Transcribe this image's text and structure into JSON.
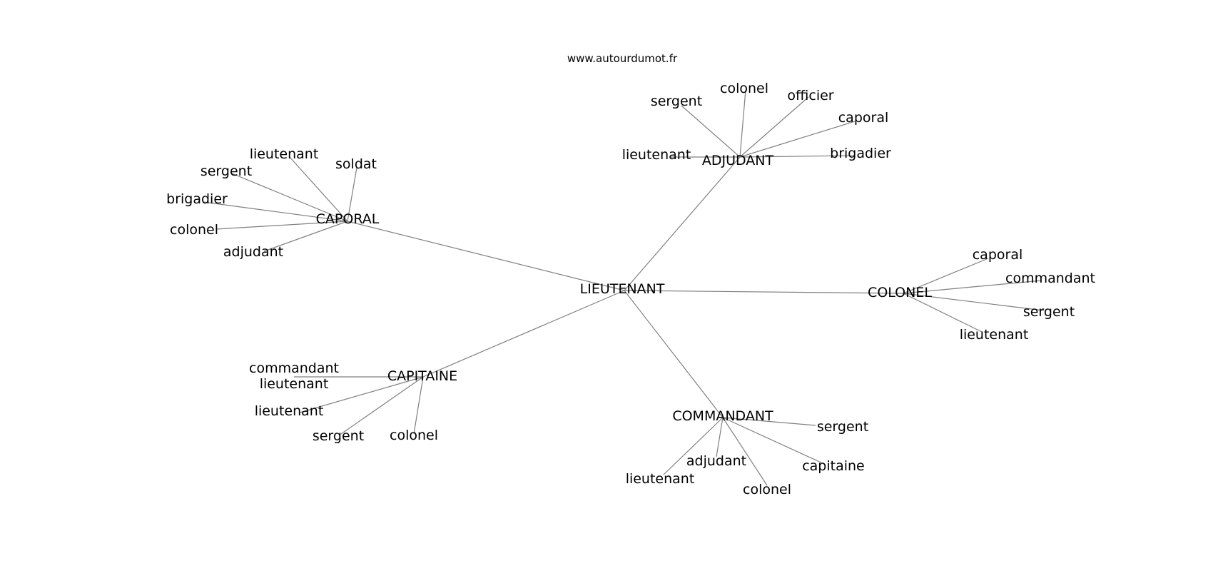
{
  "site": "www.autourdumot.fr",
  "center": "LIEUTENANT",
  "hubs": [
    {
      "label": "CAPORAL",
      "leaves": [
        "lieutenant",
        "soldat",
        "sergent",
        "brigadier",
        "colonel",
        "adjudant"
      ]
    },
    {
      "label": "ADJUDANT",
      "leaves": [
        "colonel",
        "officier",
        "sergent",
        "caporal",
        "lieutenant",
        "brigadier"
      ]
    },
    {
      "label": "COLONEL",
      "leaves": [
        "caporal",
        "commandant",
        "sergent",
        "lieutenant"
      ]
    },
    {
      "label": "CAPITAINE",
      "leaves": [
        "commandant lieutenant",
        "lieutenant",
        "sergent",
        "colonel"
      ]
    },
    {
      "label": "COMMANDANT",
      "leaves": [
        "sergent",
        "adjudant",
        "capitaine",
        "lieutenant",
        "colonel"
      ]
    }
  ]
}
